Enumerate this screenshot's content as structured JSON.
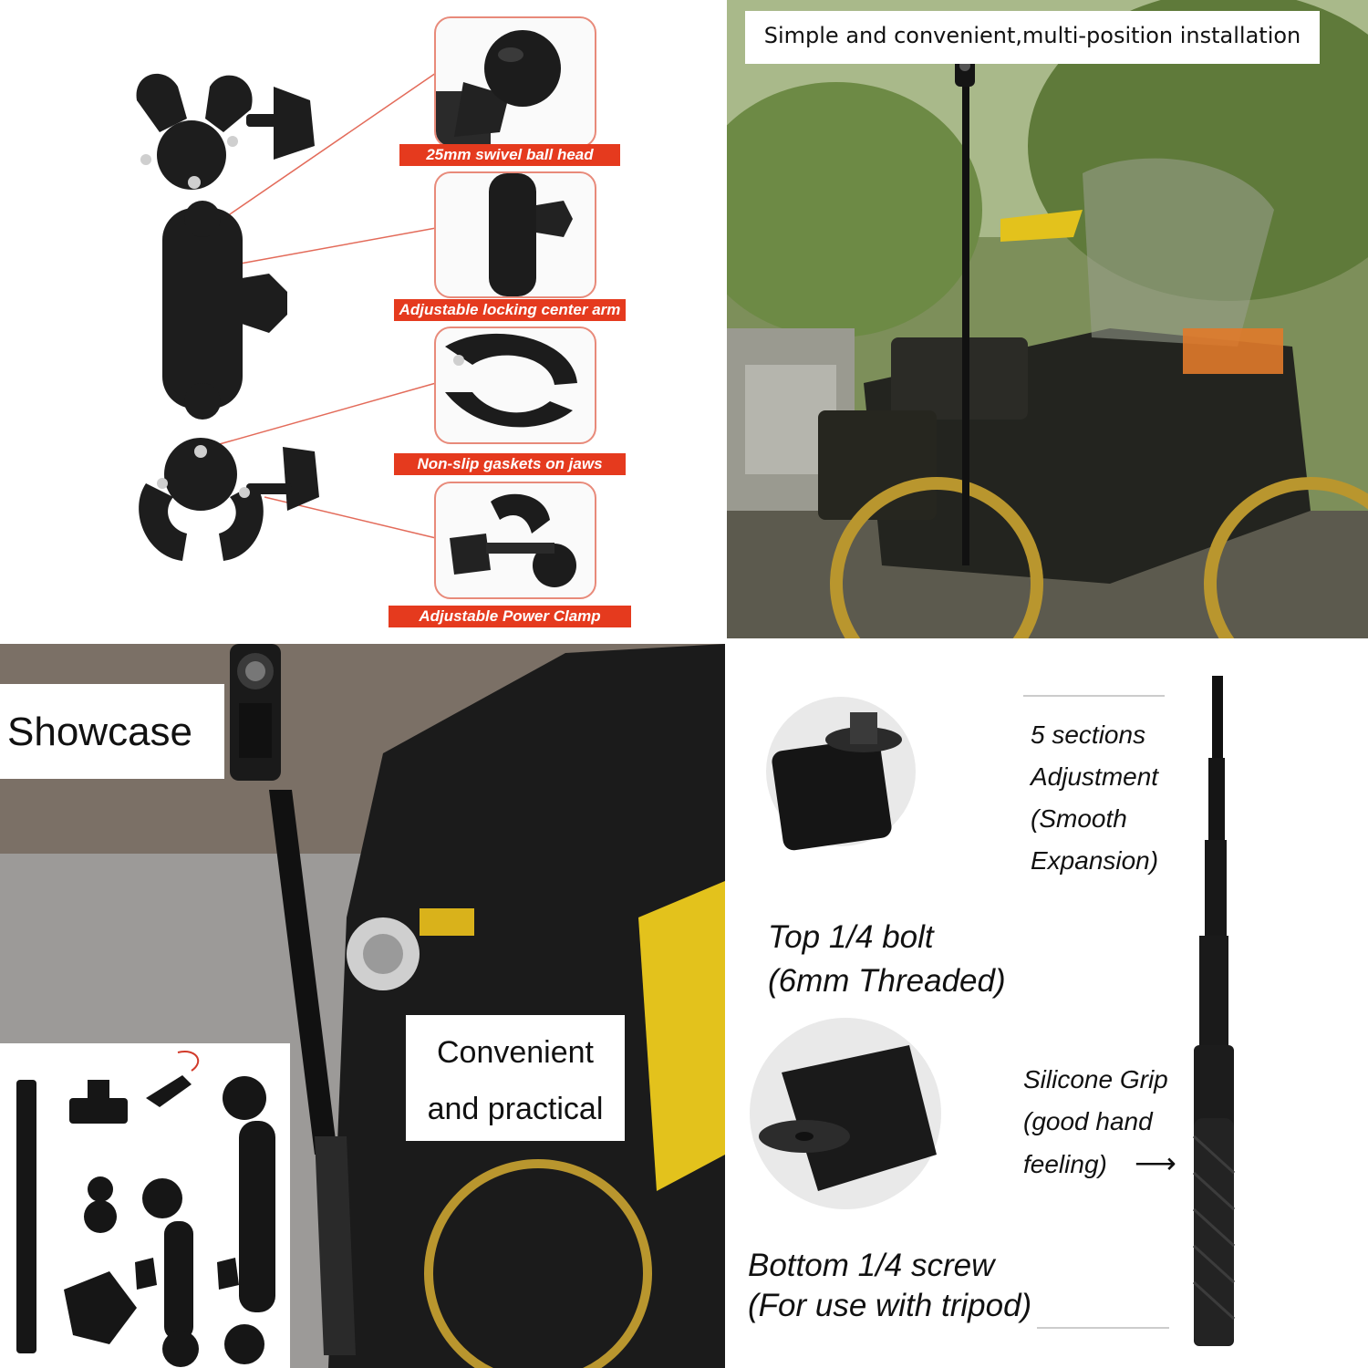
{
  "top_left": {
    "labels": [
      "25mm swivel ball head",
      "Adjustable locking center arm",
      "Non-slip gaskets on jaws",
      "Adjustable Power Clamp"
    ],
    "label_color": "#e53a1e"
  },
  "top_right": {
    "caption": "Simple and convenient,multi-position installation"
  },
  "bottom_left": {
    "showcase": "Showcase",
    "convenient_line1": "Convenient",
    "convenient_line2": "and practical"
  },
  "bottom_right": {
    "sections_line1": "5 sections",
    "sections_line2": "Adjustment",
    "sections_line3": "(Smooth",
    "sections_line4": "Expansion)",
    "top_bolt_line1": "Top 1/4 bolt",
    "top_bolt_line2": "(6mm Threaded)",
    "grip_line1": "Silicone Grip",
    "grip_line2": "(good hand",
    "grip_line3": "feeling)",
    "grip_arrow": "⟶",
    "bottom_screw_line1": "Bottom 1/4 screw",
    "bottom_screw_line2": "(For use with tripod)"
  }
}
